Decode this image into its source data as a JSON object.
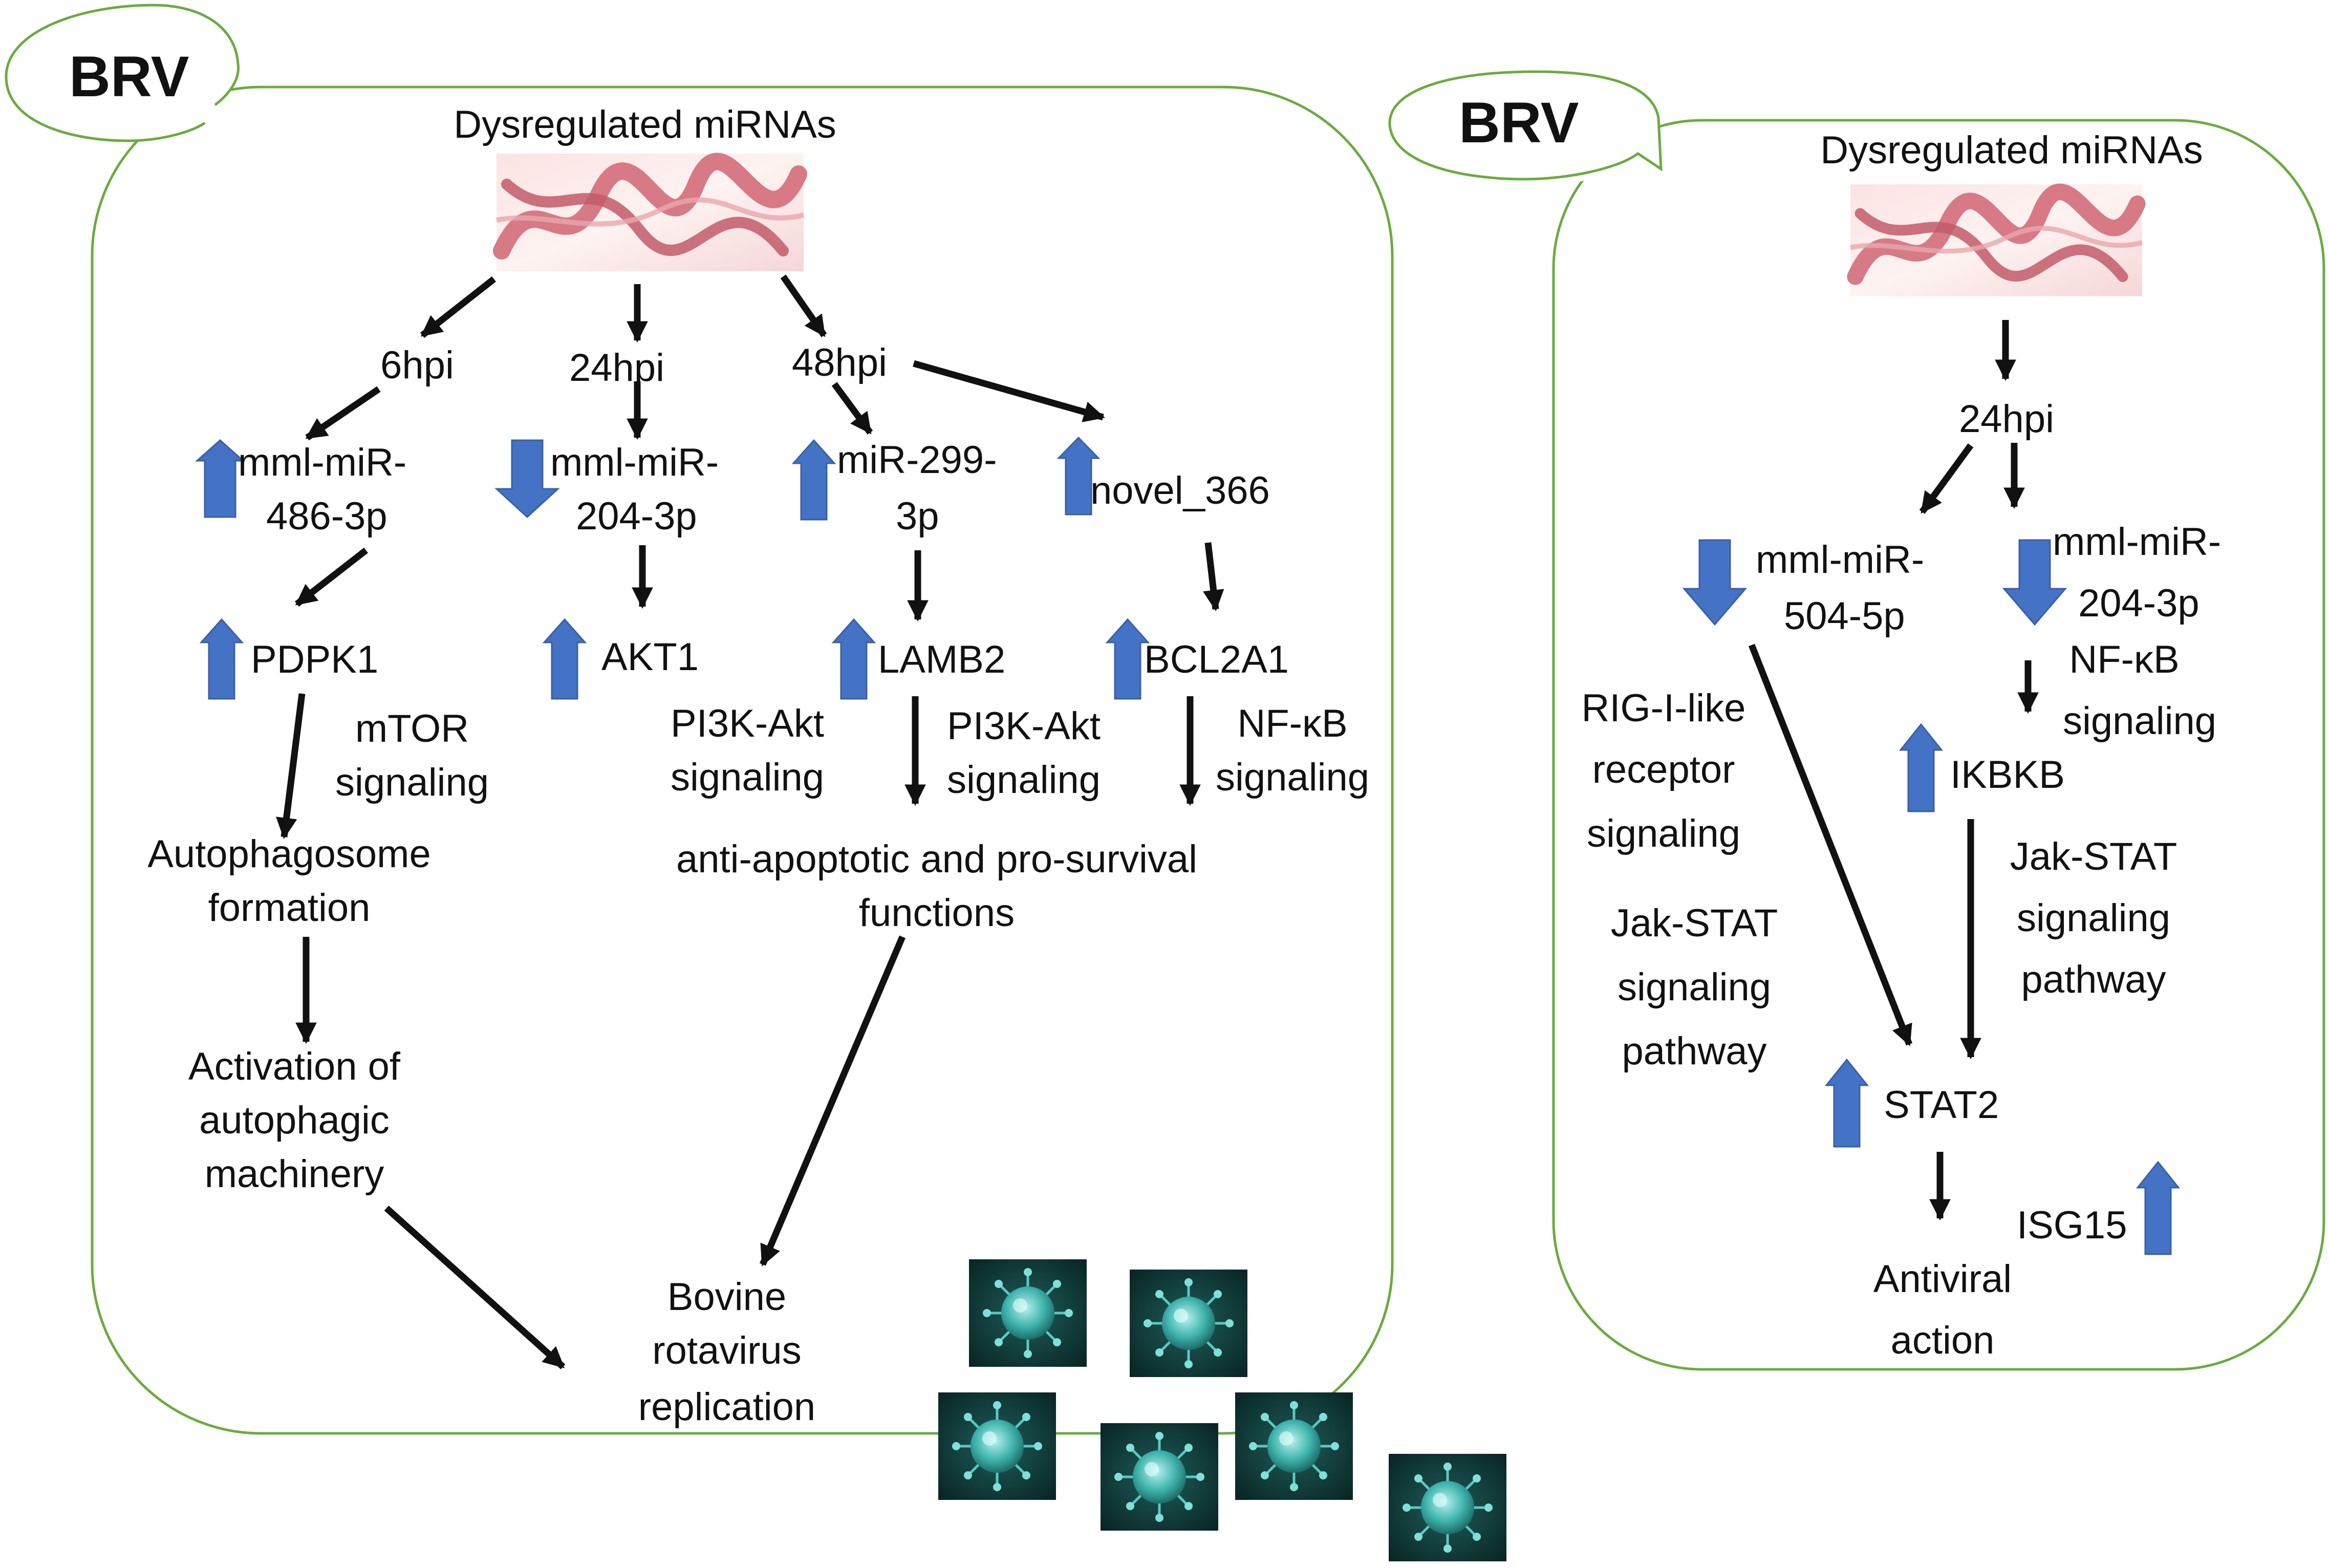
{
  "colors": {
    "outline": "#6aac3f",
    "arrow": "#111111",
    "up_down_arrow": "#4472c4",
    "virus": "#3fb3ad",
    "rna": "#d77a86"
  },
  "icons": {
    "rna_image": "rna-strand-image",
    "virus_image": "virus-particle-image"
  },
  "left": {
    "brv": "BRV",
    "title": "Dysregulated miRNAs",
    "time_6": "6hpi",
    "time_24": "24hpi",
    "time_48": "48hpi",
    "mir486": [
      "mml-miR-",
      "486-3p"
    ],
    "mir204": [
      "mml-miR-",
      "204-3p"
    ],
    "mir299": [
      "miR-299-",
      "3p"
    ],
    "novel": "novel_366",
    "pdpk1": "PDPK1",
    "akt1": "AKT1",
    "lamb2": "LAMB2",
    "bcl2a1": "BCL2A1",
    "mtor": [
      "mTOR",
      "signaling"
    ],
    "pi3k1": [
      "PI3K-Akt",
      "signaling"
    ],
    "pi3k2": [
      "PI3K-Akt",
      "signaling"
    ],
    "nfkb": [
      "NF-κB",
      "signaling"
    ],
    "autophagosome": [
      "Autophagosome",
      "formation"
    ],
    "activation": [
      "Activation of",
      "autophagic",
      "machinery"
    ],
    "antiapop": [
      "anti-apoptotic and pro-survival",
      "functions"
    ],
    "bovine": [
      "Bovine",
      "rotavirus",
      "replication"
    ]
  },
  "right": {
    "brv": "BRV",
    "title": "Dysregulated miRNAs",
    "time_24": "24hpi",
    "mir504": [
      "mml-miR-",
      "504-5p"
    ],
    "mir204": [
      "mml-miR-",
      "204-3p"
    ],
    "nfkb": [
      "NF-κB",
      "signaling"
    ],
    "ikbkb": "IKBKB",
    "rig": [
      "RIG-I-like",
      "receptor",
      "signaling"
    ],
    "jak_left": [
      "Jak-STAT",
      "signaling",
      "pathway"
    ],
    "jak_right": [
      "Jak-STAT",
      "signaling",
      "pathway"
    ],
    "stat2": "STAT2",
    "isg15": "ISG15",
    "antiviral": [
      "Antiviral",
      "action"
    ]
  }
}
